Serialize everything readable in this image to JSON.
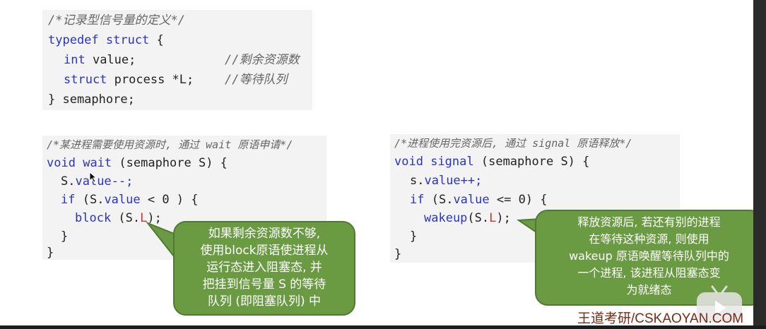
{
  "code_top": {
    "comment": "/*记录型信号量的定义*/",
    "line1_kw": "typedef struct",
    "line1_rest": " {",
    "line2_kw": "int",
    "line2_rest": " value;",
    "line2_cmt": "//剩余资源数",
    "line3_kw": "struct",
    "line3_rest": " process *L;",
    "line3_cmt": "//等待队列",
    "line4": "} semaphore;"
  },
  "code_wait": {
    "comment": "/*某进程需要使用资源时, 通过 wait 原语申请*/",
    "l1_kw1": "void",
    "l1_fn": "wait",
    "l1_rest": " (semaphore S) {",
    "l2_a": "S.",
    "l2_b": "value--;",
    "l3_kw": "if",
    "l3_a": " (S.",
    "l3_b": "value",
    "l3_c": " < 0 ) {",
    "l4_kw": "block",
    "l4_rest": " (S.",
    "l4_l": "L",
    "l4_end": ");",
    "l5": "}",
    "l6": "}"
  },
  "code_signal": {
    "comment": "/*进程使用完资源后, 通过 signal 原语释放*/",
    "l1_kw1": "void",
    "l1_fn": "signal",
    "l1_rest": " (semaphore S) {",
    "l2_a": "s.",
    "l2_b": "value++;",
    "l3_kw": "if",
    "l3_a": " (S.",
    "l3_b": "value",
    "l3_c": " <= 0) {",
    "l4_kw": "wakeup",
    "l4_rest": "(S.",
    "l4_l": "L",
    "l4_end": ");",
    "l5": "}",
    "l6": "}"
  },
  "callout_left": [
    "如果剩余资源数不够,",
    "使用block原语使进程从",
    "运行态进入阻塞态, 并",
    "把挂到信号量 S 的等待",
    "队列 (即阻塞队列) 中"
  ],
  "callout_right": [
    "释放资源后, 若还有别的进程",
    "在等待这种资源, 则使用",
    "wakeup 原语唤醒等待队列中的",
    "一个进程, 该进程从阻塞态变",
    "为就绪态"
  ],
  "watermark": "王道考研/CSKAOYAN.COM",
  "colors": {
    "keyword": "#2a34c0",
    "callout": "#6a9a42",
    "accent_red": "#c0392b"
  }
}
